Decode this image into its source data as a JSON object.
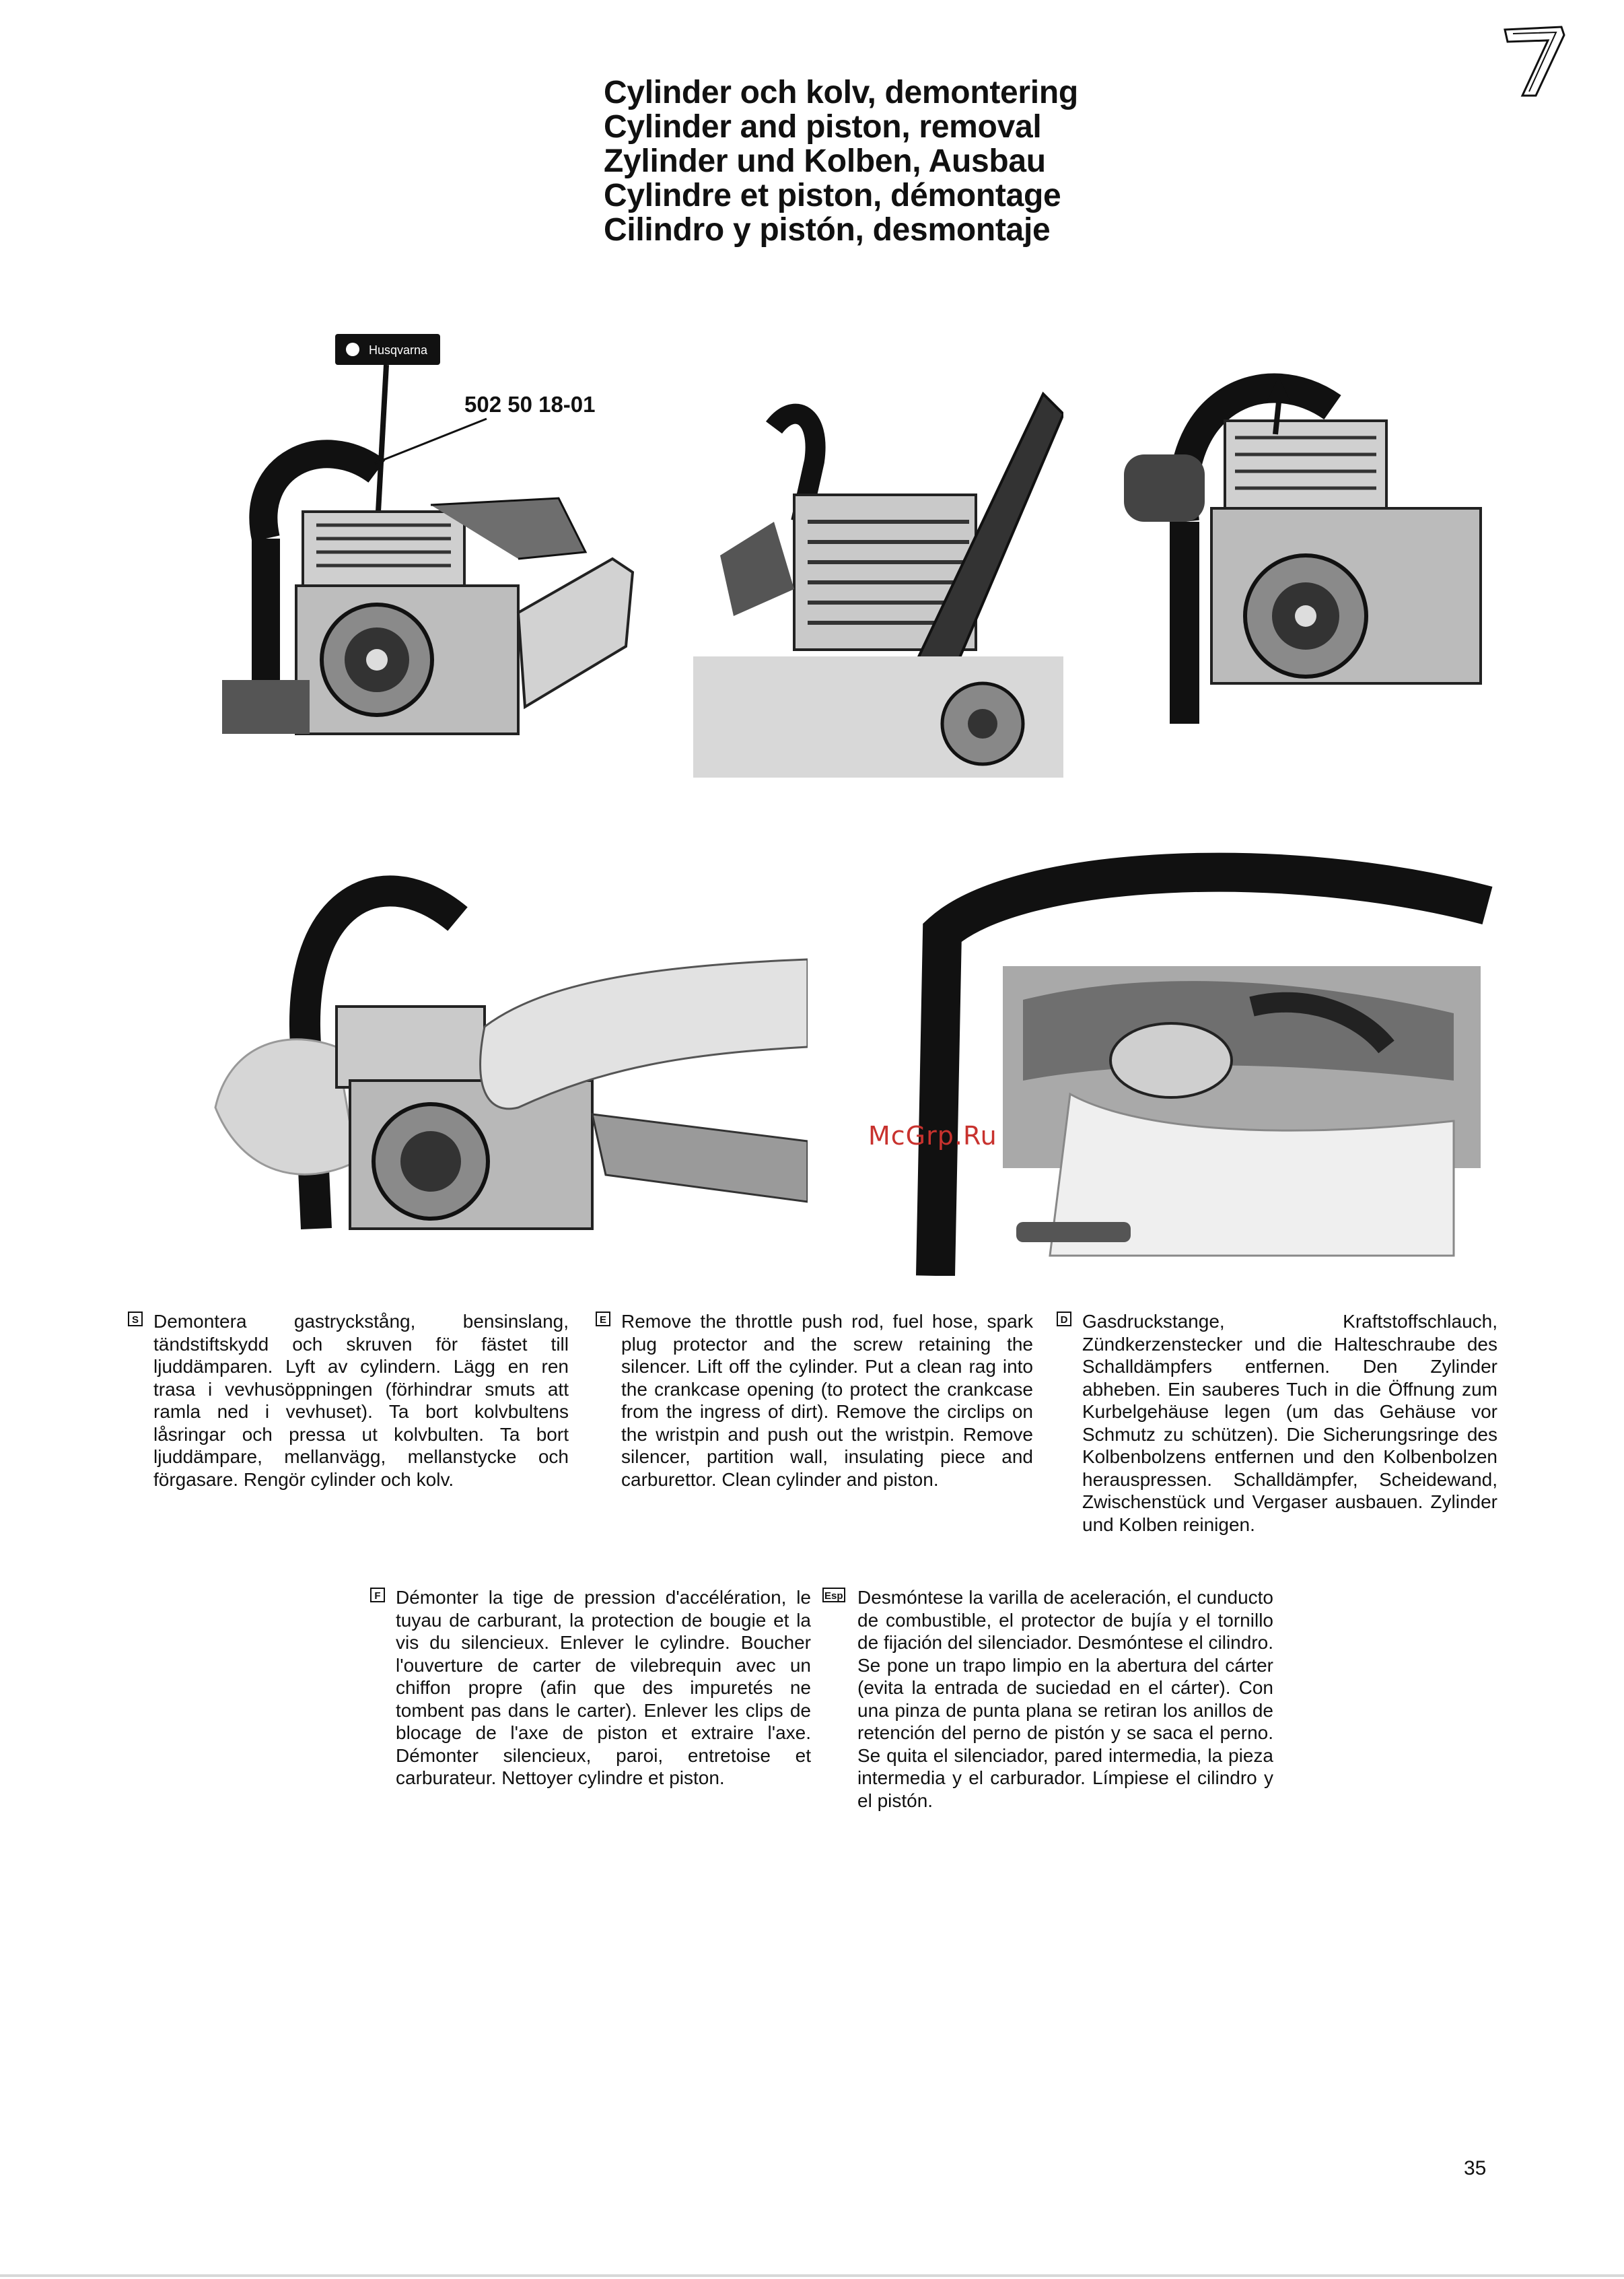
{
  "chapter_number": "7",
  "titles": [
    "Cylinder och kolv, demontering",
    "Cylinder and piston, removal",
    "Zylinder und Kolben, Ausbau",
    "Cylindre et piston, démontage",
    "Cilindro y pistón, desmontaje"
  ],
  "photos": [
    {
      "name": "photo-tool-on-cylinder",
      "tool_brand": "Husqvarna"
    },
    {
      "name": "photo-cylinder-closeup"
    },
    {
      "name": "photo-lifting-cylinder"
    },
    {
      "name": "photo-removing-cylinder-by-hand"
    },
    {
      "name": "photo-wristpin-removal"
    }
  ],
  "part_number": "502 50 18-01",
  "watermark": "McGrp.Ru",
  "paragraphs": {
    "sv": {
      "badge": "S",
      "text": "Demontera gastryckstång, bensinslang, tändstiftskydd och skruven för fästet till ljuddämparen. Lyft av cylindern. Lägg en ren trasa i vevhusöppningen (förhindrar smuts att ramla ned i vevhuset). Ta bort kolvbultens låsringar och pressa ut kolvbulten. Ta bort ljuddämpare, mellanvägg, mellanstycke och förgasare. Rengör cylinder och kolv."
    },
    "en": {
      "badge": "E",
      "text": "Remove the throttle push rod, fuel hose, spark plug protector and the screw retaining the silencer. Lift off the cylinder. Put a clean rag into the crankcase opening (to protect the crankcase from the ingress of dirt). Remove the circlips on the wristpin and push out the wristpin. Remove silencer, partition wall, insulating piece and carburettor. Clean cylinder and piston."
    },
    "de": {
      "badge": "D",
      "text": "Gasdruckstange, Kraftstoffschlauch, Zündkerzenstecker und die Halteschraube des Schalldämpfers entfernen. Den Zylinder abheben. Ein sauberes Tuch in die Öffnung zum Kurbelgehäuse legen (um das Gehäuse vor Schmutz zu schützen). Die Sicherungsringe des Kolbenbolzens entfernen und den Kolbenbolzen herauspressen. Schalldämpfer, Scheidewand, Zwischenstück und Vergaser ausbauen. Zylinder und Kolben reinigen."
    },
    "fr": {
      "badge": "F",
      "text": "Démonter la tige de pression d'accélération, le tuyau de carburant, la protection de bougie et la vis du silencieux. Enlever le cylindre. Boucher l'ouverture de carter de vilebrequin avec un chiffon propre (afin que des impuretés ne tombent pas dans le carter). Enlever les clips de blocage de l'axe de piston et extraire l'axe. Démonter silencieux, paroi, entretoise et carburateur. Nettoyer cylindre et piston."
    },
    "es": {
      "badge": "Esp",
      "text": "Desmóntese la varilla de aceleración, el cunducto de combustible, el protector de bujía y el tornillo de fijación del silenciador. Desmóntese el cilindro. Se pone un trapo limpio en la abertura del cárter (evita la entrada de suciedad en el cárter). Con una pinza de punta plana se retiran los anillos de retención del perno de pistón y se saca el perno. Se quita el silenciador, pared intermedia, la pieza intermedia y el carburador. Límpiese el cilindro y el pistón."
    }
  },
  "page_number": "35"
}
